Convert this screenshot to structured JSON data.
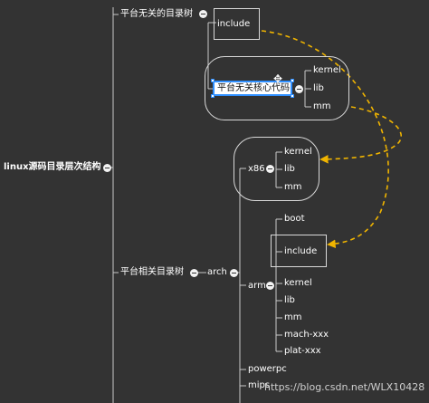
{
  "root": {
    "label": "linux源码目录层次结构"
  },
  "independent": {
    "label": "平台无关的目录树",
    "include": "include",
    "core": {
      "label": "平台无关核心代码",
      "children": [
        "kernel",
        "lib",
        "mm"
      ]
    }
  },
  "dependent": {
    "label": "平台相关目录树",
    "arch": {
      "label": "arch",
      "x86": {
        "label": "x86",
        "children": [
          "kernel",
          "lib",
          "mm"
        ]
      },
      "top": [
        "boot",
        "include"
      ],
      "arm": {
        "label": "arm",
        "children": [
          "kernel",
          "lib",
          "mm",
          "mach-xxx",
          "plat-xxx"
        ]
      },
      "others": [
        "powerpc",
        "mips"
      ]
    }
  },
  "watermark": "https://blog.csdn.net/WLX10428",
  "colors": {
    "background": "#333333",
    "line": "#c8c8c8",
    "selection": "#2f8fff",
    "arrow": "#f0b400"
  },
  "icons": {
    "collapse": "minus-circle-icon",
    "move": "move-cross-icon"
  }
}
